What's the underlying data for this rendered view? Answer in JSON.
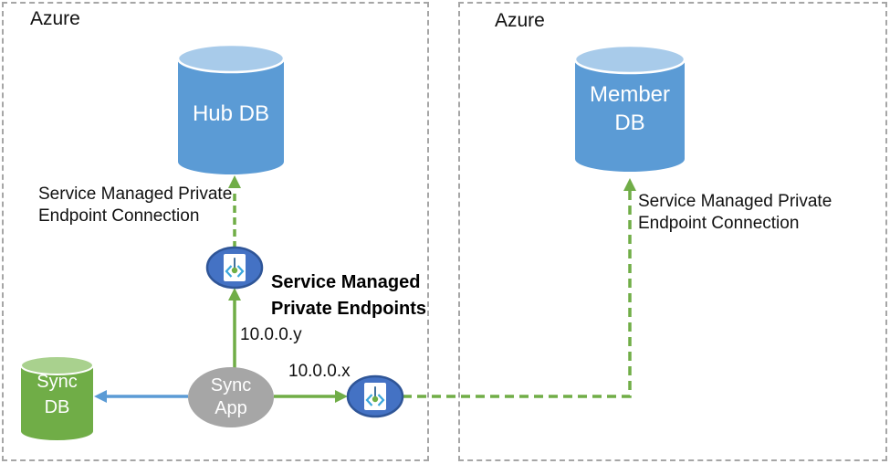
{
  "regions": {
    "left": {
      "label": "Azure"
    },
    "right": {
      "label": "Azure"
    }
  },
  "nodes": {
    "hub_db": {
      "label": "Hub DB",
      "type": "database"
    },
    "member_db": {
      "label": "Member\nDB",
      "type": "database"
    },
    "sync_db": {
      "label": "Sync\nDB",
      "type": "database"
    },
    "sync_app": {
      "label": "Sync\nApp",
      "type": "app"
    },
    "endpoint_hub": {
      "icon": "private-endpoint-icon"
    },
    "endpoint_member": {
      "icon": "private-endpoint-icon"
    }
  },
  "labels": {
    "left_connection": "Service Managed Private\nEndpoint Connection",
    "right_connection": "Service Managed Private\nEndpoint Connection",
    "endpoints_bold": "Service Managed\nPrivate Endpoints",
    "ip_y": "10.0.0.y",
    "ip_x": "10.0.0.x"
  },
  "colors": {
    "box_border": "#a6a6a6",
    "green": "#70ad47",
    "green_light": "#a9d18e",
    "blue": "#5b9bd5",
    "blue_light": "#a8cbea",
    "app_gray": "#a6a6a6",
    "endpoint_fill": "#4472c4",
    "endpoint_border": "#2f5597",
    "icon_stem": "#41719c",
    "icon_bracket": "#3ba7dc",
    "icon_dot": "#6fae44",
    "white": "#ffffff"
  }
}
